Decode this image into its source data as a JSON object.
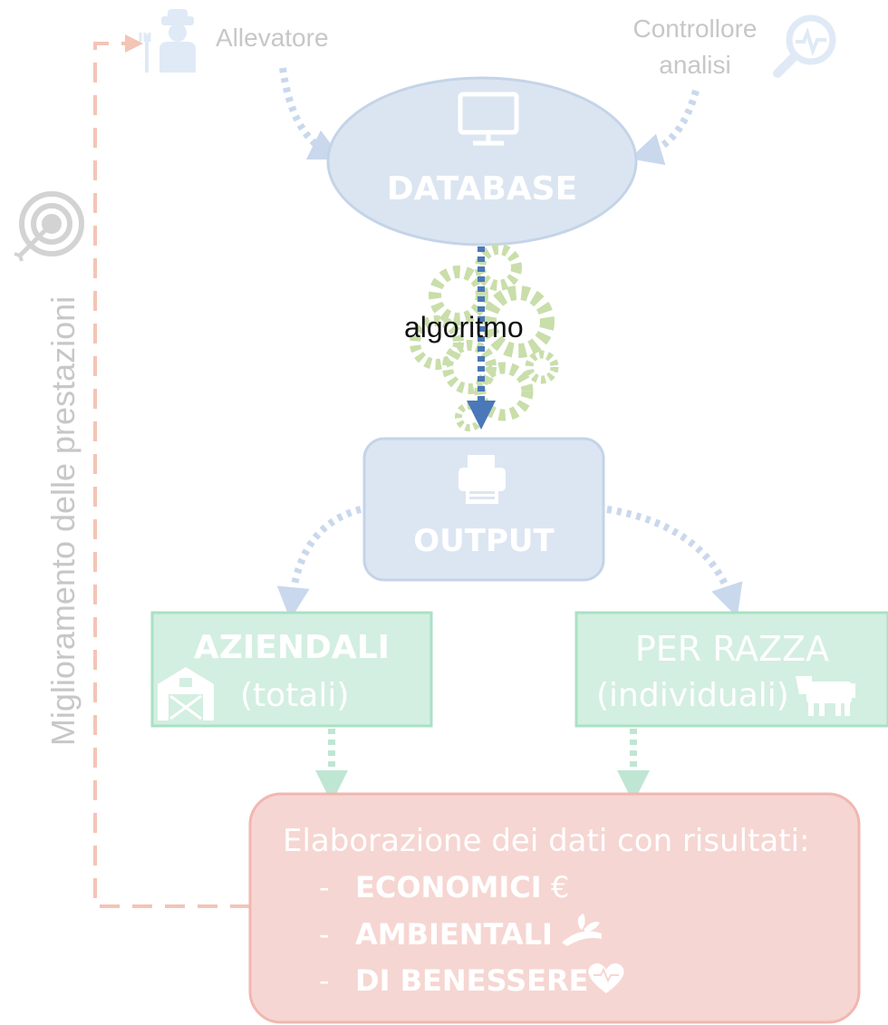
{
  "farmer": {
    "label": "Allevatore"
  },
  "controller": {
    "label_lines": [
      "Controllore",
      "analisi"
    ]
  },
  "database": {
    "label": "DATABASE"
  },
  "algorithm": {
    "label": "algoritmo"
  },
  "output": {
    "label": "OUTPUT"
  },
  "aziendali": {
    "title": "AZIENDALI",
    "subtitle": "(totali)"
  },
  "per_razza": {
    "title": "PER RAZZA",
    "subtitle": "(individuali)"
  },
  "results": {
    "heading": "Elaborazione dei dati con risultati:",
    "bullet": "-",
    "items": [
      {
        "label": "ECONOMICI",
        "icon": "euro-icon",
        "glyph": "€"
      },
      {
        "label": "AMBIENTALI",
        "icon": "hand-plant-icon"
      },
      {
        "label": "DI BENESSERE",
        "icon": "heart-pulse-icon"
      }
    ]
  },
  "feedback": {
    "label": "Miglioramento delle prestazioni"
  },
  "colors": {
    "database_fill": "#dbe5f1",
    "output_fill": "#dce6f2",
    "category_fill": "#d3efe1",
    "category_border": "#a9e1c4",
    "results_fill": "#f6d6d2",
    "results_border": "#f1b7b0",
    "feedback_line": "#f4c4b5",
    "blue_arrow": "#c9d8ec",
    "green_arrow": "#bfe6d3",
    "algorithm_arrow": "#4a78b8",
    "gears": "#c9deaa",
    "grey_icon": "#d3d3d3",
    "light_blue_icon": "#dfeaf6"
  },
  "icons": [
    "farmer-icon",
    "magnifier-pulse-icon",
    "monitor-icon",
    "gears-icon",
    "printer-icon",
    "barn-icon",
    "cow-icon",
    "target-icon"
  ]
}
